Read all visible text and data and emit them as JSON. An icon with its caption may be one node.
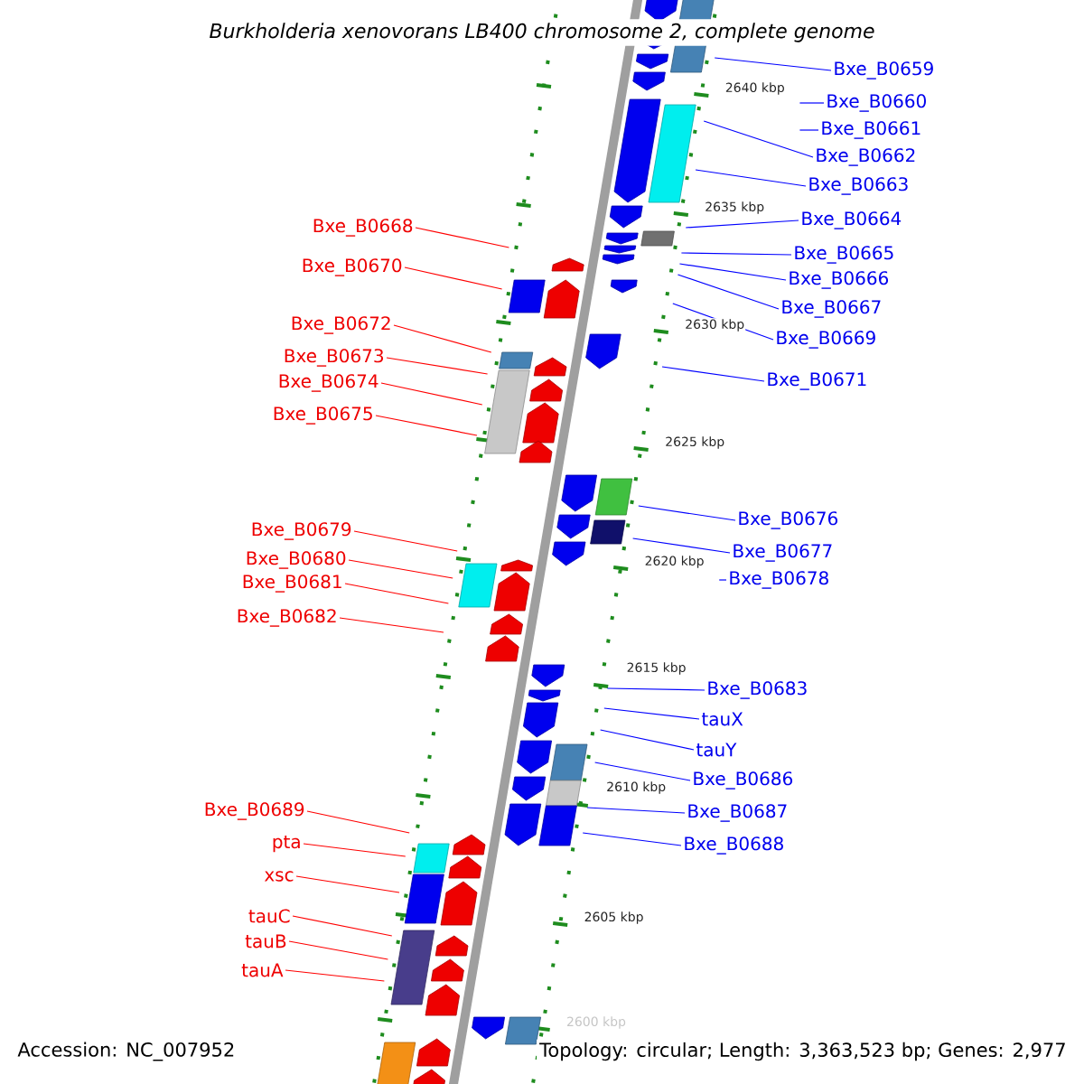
{
  "diagram": {
    "title": "Burkholderia xenovorans LB400 chromosome 2, complete genome",
    "nodes": [
      {
        "text": [
          "Bxe_B0659"
        ]
      },
      {
        "text": [
          "Bxe_B0660"
        ]
      },
      {
        "text": [
          "Bxe_B0661"
        ]
      },
      {
        "text": [
          "Bxe_B0662"
        ]
      },
      {
        "text": [
          "Bxe_B0663"
        ]
      },
      {
        "text": [
          "Bxe_B0668"
        ]
      },
      {
        "text": [
          "Bxe_B0664"
        ]
      },
      {
        "text": [
          "Bxe_B0665"
        ]
      },
      {
        "text": [
          "Bxe_B0670"
        ]
      },
      {
        "text": [
          "Bxe_B0666"
        ]
      },
      {
        "text": [
          "Bxe_B0667"
        ]
      },
      {
        "text": [
          "Bxe_B0672"
        ]
      },
      {
        "text": [
          "Bxe_B0669"
        ]
      },
      {
        "text": [
          "Bxe_B0673"
        ]
      },
      {
        "text": [
          "Bxe_B0671"
        ]
      },
      {
        "text": [
          "Bxe_B0674"
        ]
      },
      {
        "text": [
          "Bxe_B0675"
        ]
      },
      {
        "text": [
          "Bxe_B0676"
        ]
      },
      {
        "text": [
          "Bxe_B0679"
        ]
      },
      {
        "text": [
          "Bxe_B0677"
        ]
      },
      {
        "text": [
          "Bxe_B0680"
        ]
      },
      {
        "text": [
          "Bxe_B0678"
        ]
      },
      {
        "text": [
          "Bxe_B0681"
        ]
      },
      {
        "text": [
          "Bxe_B0682"
        ]
      },
      {
        "text": [
          "Bxe_B0683"
        ]
      },
      {
        "text": [
          "tauX"
        ]
      },
      {
        "text": [
          "tauY"
        ]
      },
      {
        "text": [
          "Bxe_B0686"
        ]
      },
      {
        "text": [
          "Bxe_B0687"
        ]
      },
      {
        "text": [
          "Bxe_B0689"
        ]
      },
      {
        "text": [
          "Bxe_B0688"
        ]
      },
      {
        "text": [
          "pta"
        ]
      },
      {
        "text": [
          "xsc"
        ]
      },
      {
        "text": [
          "tauC"
        ]
      },
      {
        "text": [
          "tauB"
        ]
      },
      {
        "text": [
          "tauA"
        ]
      }
    ],
    "edges": [
      {
        "from": 0,
        "to": null,
        "arrow": "none"
      },
      {
        "from": 1,
        "to": null,
        "arrow": "none"
      },
      {
        "from": 2,
        "to": null,
        "arrow": "none"
      },
      {
        "from": 3,
        "to": null,
        "arrow": "none"
      },
      {
        "from": 4,
        "to": null,
        "arrow": "none"
      },
      {
        "from": 5,
        "to": null,
        "arrow": "none",
        "color": "#ff0000"
      },
      {
        "from": 6,
        "to": null,
        "arrow": "none"
      },
      {
        "from": 7,
        "to": null,
        "arrow": "none"
      },
      {
        "from": 8,
        "to": null,
        "arrow": "none",
        "color": "#ff0000"
      },
      {
        "from": 9,
        "to": null,
        "arrow": "none"
      },
      {
        "from": 10,
        "to": null,
        "arrow": "none"
      },
      {
        "from": 11,
        "to": null,
        "arrow": "none",
        "color": "#ff0000"
      },
      {
        "from": 12,
        "to": null,
        "arrow": "none"
      },
      {
        "from": 13,
        "to": null,
        "arrow": "none",
        "color": "#ff0000"
      },
      {
        "from": 14,
        "to": null,
        "arrow": "none"
      },
      {
        "from": 15,
        "to": null,
        "arrow": "none",
        "color": "#ff0000"
      },
      {
        "from": 16,
        "to": null,
        "arrow": "none",
        "color": "#ff0000"
      },
      {
        "from": 17,
        "to": null,
        "arrow": "none"
      },
      {
        "from": 18,
        "to": null,
        "arrow": "none",
        "color": "#ff0000"
      },
      {
        "from": 19,
        "to": null,
        "arrow": "none"
      },
      {
        "from": 20,
        "to": null,
        "arrow": "none",
        "color": "#ff0000"
      },
      {
        "from": 21,
        "to": null,
        "arrow": "none"
      },
      {
        "from": 22,
        "to": null,
        "arrow": "none",
        "color": "#ff0000"
      },
      {
        "from": 23,
        "to": null,
        "arrow": "none",
        "color": "#ff0000"
      },
      {
        "from": 24,
        "to": null,
        "arrow": "none"
      },
      {
        "from": 25,
        "to": null,
        "arrow": "none"
      },
      {
        "from": 26,
        "to": null,
        "arrow": "none"
      },
      {
        "from": 27,
        "to": null,
        "arrow": "none"
      },
      {
        "from": 28,
        "to": null,
        "arrow": "none"
      },
      {
        "from": 29,
        "to": null,
        "arrow": "none",
        "color": "#ff0000"
      },
      {
        "from": 30,
        "to": null,
        "arrow": "none"
      },
      {
        "from": 31,
        "to": null,
        "arrow": "none",
        "color": "#ff0000"
      },
      {
        "from": 32,
        "to": null,
        "arrow": "none",
        "color": "#ff0000"
      },
      {
        "from": 33,
        "to": null,
        "arrow": "none",
        "color": "#ff0000"
      },
      {
        "from": 34,
        "to": null,
        "arrow": "none",
        "color": "#ff0000"
      },
      {
        "from": 35,
        "to": null,
        "arrow": "none",
        "color": "#ff0000"
      }
    ],
    "labels": [
      "2640 kbp",
      "2635 kbp",
      "2630 kbp",
      "2625 kbp",
      "2620 kbp",
      "2615 kbp",
      "2610 kbp",
      "2605 kbp",
      "2600 kbp",
      "Accession: NC_007952",
      "Topology: circular; Length: 3,363,523 bp; Genes: 2,977"
    ]
  }
}
